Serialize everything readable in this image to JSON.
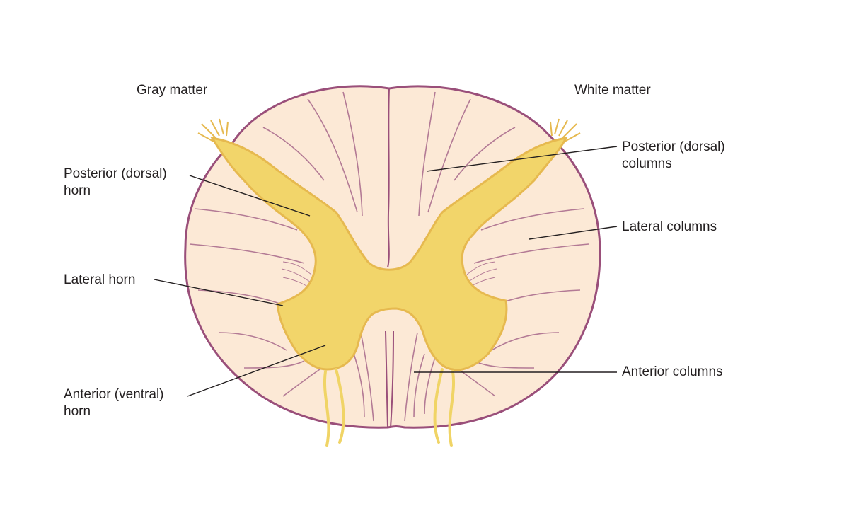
{
  "labels": {
    "gray_matter": "Gray matter",
    "white_matter": "White matter",
    "posterior_horn": [
      "Posterior (dorsal)",
      "horn"
    ],
    "lateral_horn": "Lateral horn",
    "anterior_horn": [
      "Anterior (ventral)",
      "horn"
    ],
    "posterior_columns": [
      "Posterior (dorsal)",
      "columns"
    ],
    "lateral_columns": "Lateral columns",
    "anterior_columns": "Anterior columns"
  },
  "colors": {
    "white_matter": "#fce9d6",
    "white_matter_light": "#fdf1e4",
    "outline": "#9a4f7a",
    "gray_matter": "#f2d56a",
    "gray_matter_edge": "#e6b94f",
    "leader_line": "#231f20",
    "text": "#231f20"
  }
}
